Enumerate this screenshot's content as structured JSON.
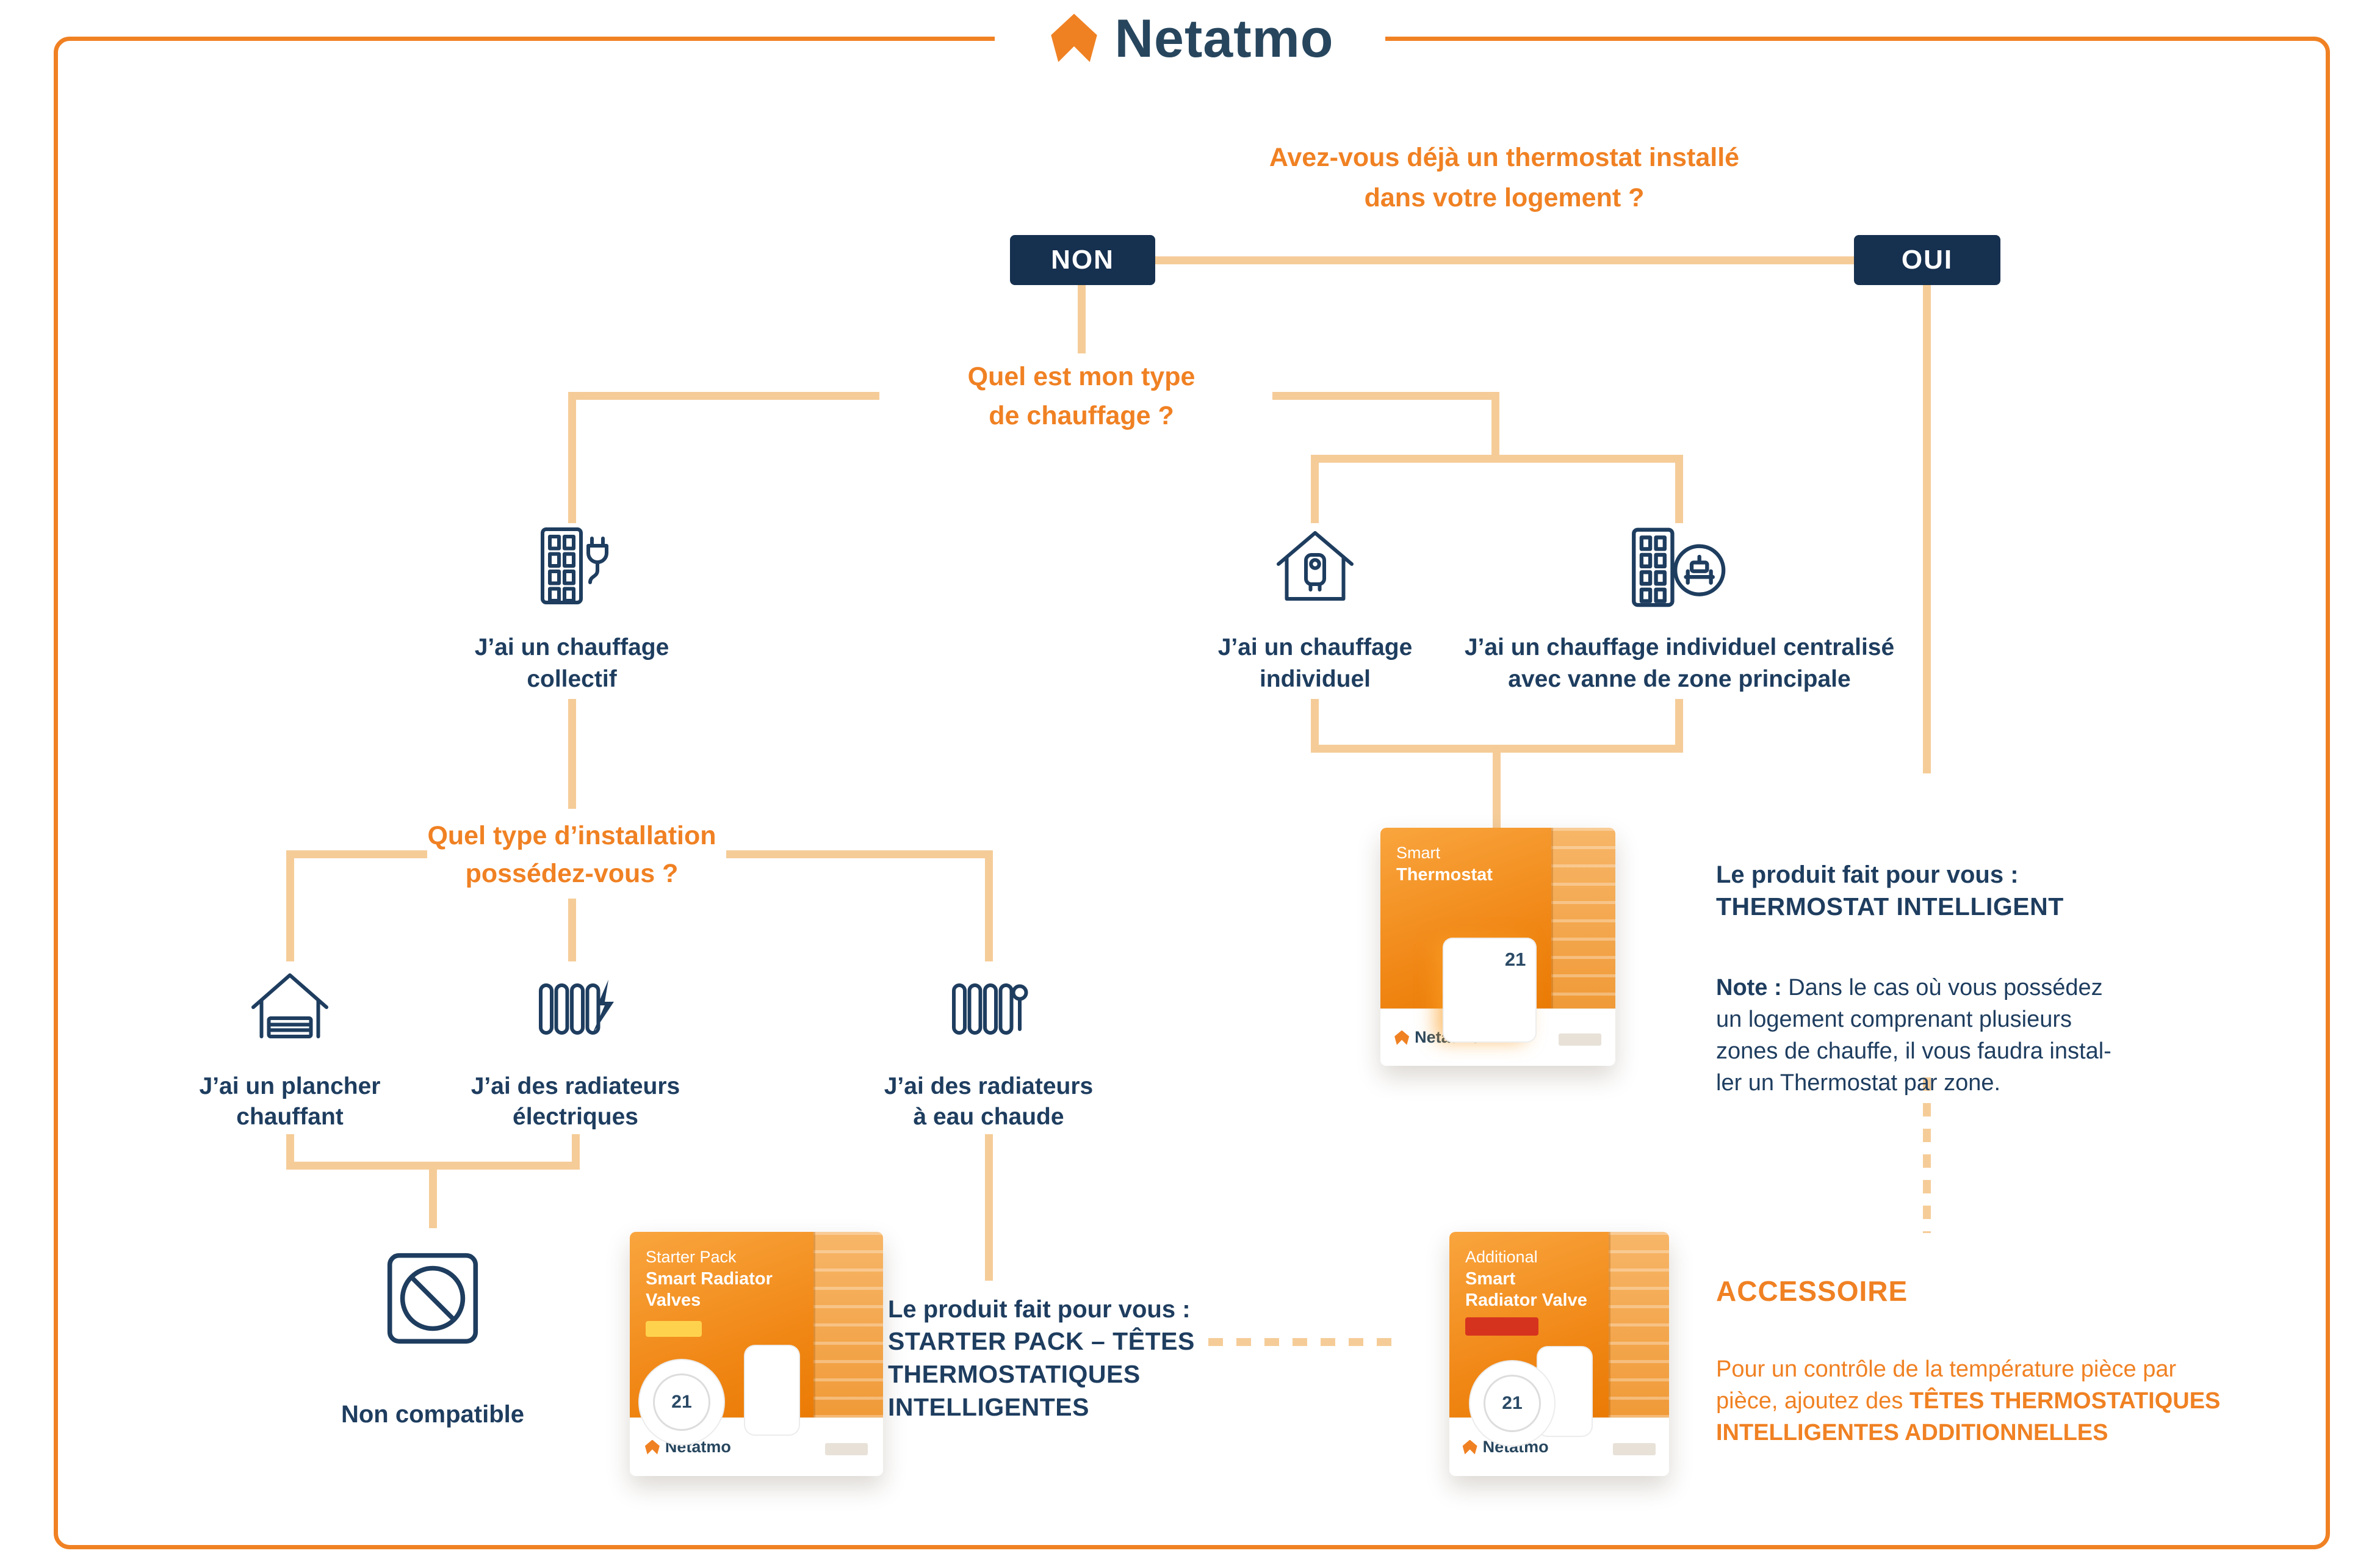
{
  "colors": {
    "orange": "#F08123",
    "navy": "#1E3D5F",
    "button_navy": "#16304F",
    "connector_tan": "#F5CC98"
  },
  "logo": {
    "text": "Netatmo"
  },
  "q_installed": "Avez-vous déjà un thermostat installé\ndans votre logement ?",
  "btn_no": "NON",
  "btn_yes": "OUI",
  "q_heating_type": "Quel est mon type\nde chauffage ?",
  "q_installation_type": "Quel type d’installation\npossédez-vous ?",
  "opt_collective": "J’ai un chauffage\ncollectif",
  "opt_individual": "J’ai un chauffage\nindividuel",
  "opt_individual_central": "J’ai un chauffage individuel centralisé\navec vanne de zone principale",
  "opt_floor": "J’ai un plancher\nchauffant",
  "opt_electric": "J’ai des radiateurs\nélectriques",
  "opt_water": "J’ai des radiateurs\nà eau chaude",
  "not_compatible": "Non compatible",
  "result_thermostat": {
    "intro": "Le produit fait pour vous :",
    "product": "THERMOSTAT INTELLIGENT",
    "note_label": "Note :",
    "note_text": " Dans le cas où vous possédez\nun logement comprenant plusieurs\nzones de chauffe, il vous faudra instal-\nler un Thermostat par zone."
  },
  "result_starter": {
    "intro": "Le produit fait pour vous :",
    "product": "STARTER PACK – TÊTES\nTHERMOSTATIQUES\nINTELLIGENTES"
  },
  "accessory": {
    "title": "ACCESSOIRE",
    "text_start": "Pour un contrôle de la température pièce par\npièce, ajoutez des ",
    "text_bold": "TÊTES THERMOSTATIQUES\nINTELLIGENTES ADDITIONNELLES"
  },
  "boxes": {
    "thermostat": {
      "tag": "Smart",
      "name": "Thermostat",
      "brand": "Netatmo",
      "display": "21"
    },
    "starter": {
      "tag": "Starter Pack",
      "name": "Smart Radiator Valves",
      "brand": "Netatmo",
      "display": "21"
    },
    "additional": {
      "tag": "Additional",
      "name": "Smart Radiator Valve",
      "brand": "Netatmo",
      "display": "21"
    }
  }
}
